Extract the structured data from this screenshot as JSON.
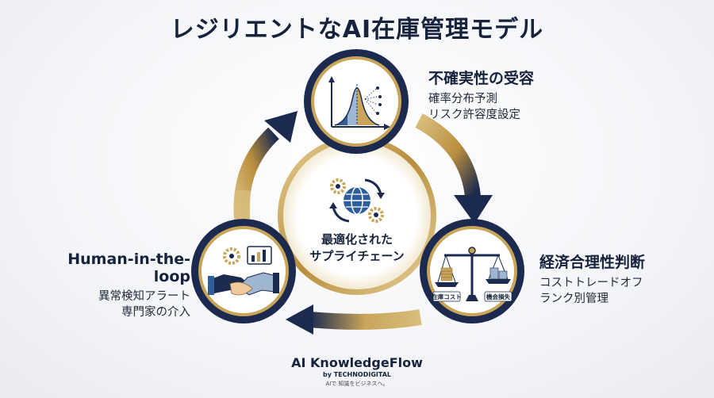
{
  "title": "レジリエントなAI在庫管理モデル",
  "center": {
    "line1": "最適化された",
    "line2": "サプライチェーン"
  },
  "nodes": {
    "top": {
      "heading": "不確実性の受容",
      "line1": "確率分布予測",
      "line2": "リスク許容度設定"
    },
    "right": {
      "heading": "経済合理性判断",
      "line1": "コストトレードオフ",
      "line2": "ランク別管理",
      "scale_left_label": "在庫コスト",
      "scale_right_label": "機会損失"
    },
    "left": {
      "heading": "Human-in-the-loop",
      "line1": "異常検知アラート",
      "line2": "専門家の介入"
    }
  },
  "brand": {
    "name": "AI KnowledgeFlow",
    "by": "by TECHNODIGITAL",
    "tagline": "AIで 知識をビジネスへ。"
  },
  "colors": {
    "navy": "#1b2a4e",
    "gold": "#c9a55a",
    "light_blue": "#9fb6d3"
  }
}
